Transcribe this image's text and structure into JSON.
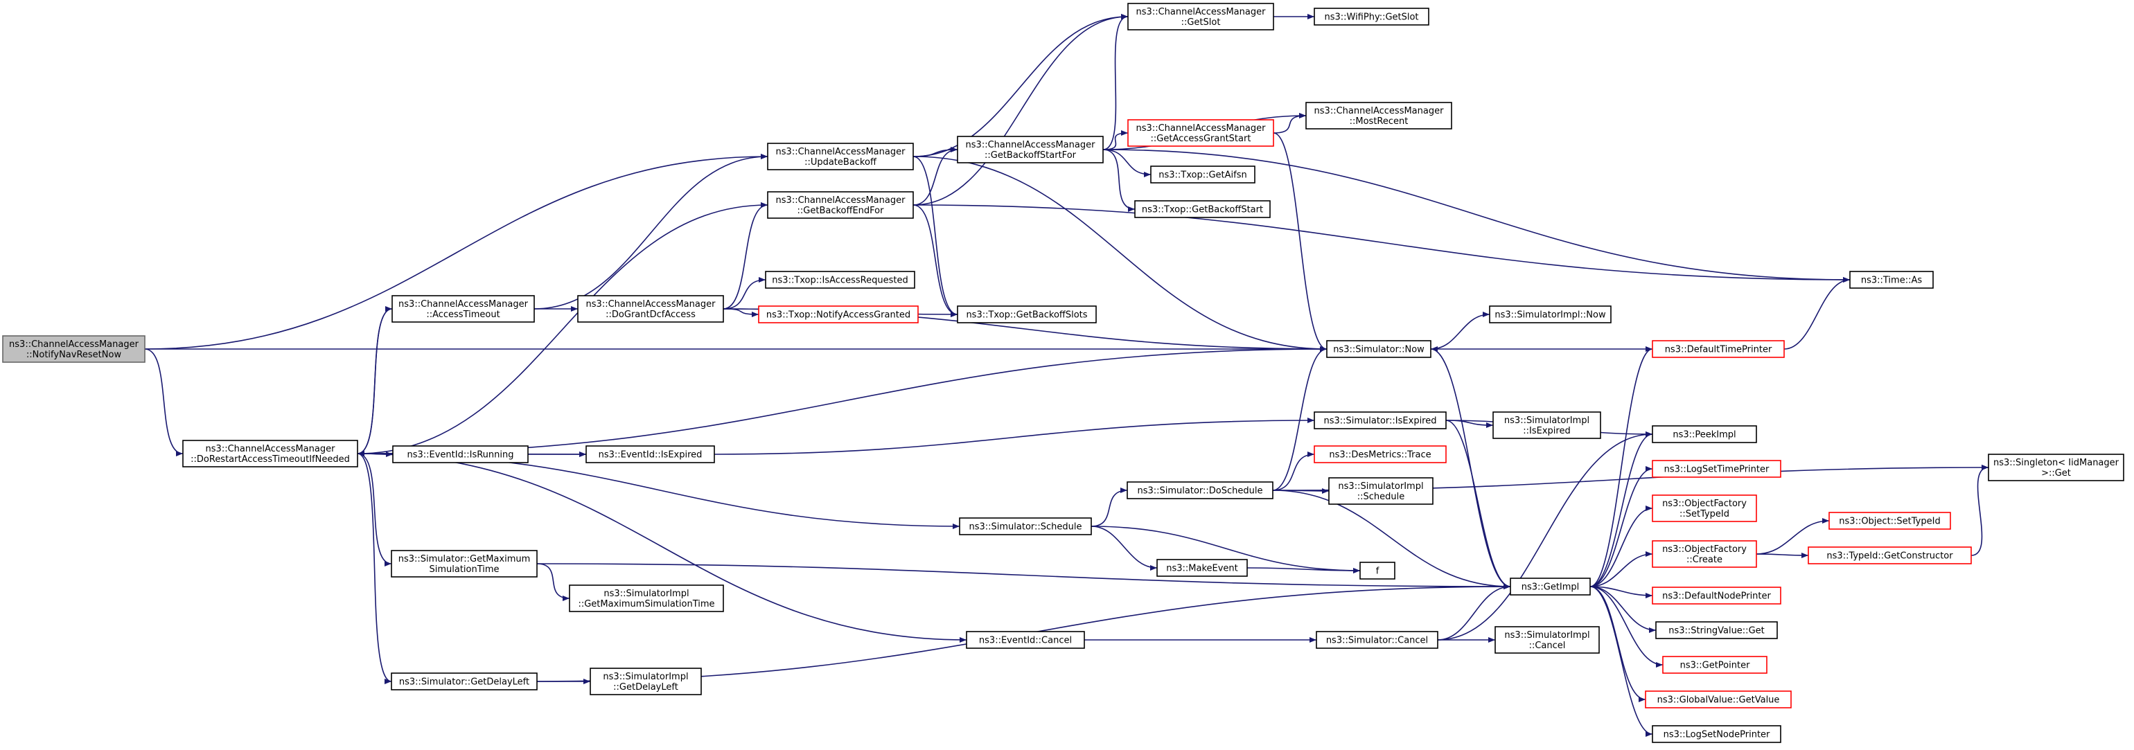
{
  "nodes": {
    "notify_nav_reset_now": {
      "lines": [
        "ns3::ChannelAccessManager",
        "::NotifyNavResetNow"
      ],
      "style": "root"
    },
    "update_backoff": {
      "lines": [
        "ns3::ChannelAccessManager",
        "::UpdateBackoff"
      ],
      "style": "normal"
    },
    "get_backoff_end_for": {
      "lines": [
        "ns3::ChannelAccessManager",
        "::GetBackoffEndFor"
      ],
      "style": "normal"
    },
    "access_timeout": {
      "lines": [
        "ns3::ChannelAccessManager",
        "::AccessTimeout"
      ],
      "style": "normal"
    },
    "do_grant_dcf_access": {
      "lines": [
        "ns3::ChannelAccessManager",
        "::DoGrantDcfAccess"
      ],
      "style": "normal"
    },
    "do_restart_access_timeout": {
      "lines": [
        "ns3::ChannelAccessManager",
        "::DoRestartAccessTimeoutIfNeeded"
      ],
      "style": "normal"
    },
    "get_slot": {
      "lines": [
        "ns3::ChannelAccessManager",
        "::GetSlot"
      ],
      "style": "normal"
    },
    "wifiphy_get_slot": {
      "lines": [
        "ns3::WifiPhy::GetSlot"
      ],
      "style": "normal"
    },
    "get_backoff_start_for": {
      "lines": [
        "ns3::ChannelAccessManager",
        "::GetBackoffStartFor"
      ],
      "style": "normal"
    },
    "get_access_grant_start": {
      "lines": [
        "ns3::ChannelAccessManager",
        "::GetAccessGrantStart"
      ],
      "style": "red"
    },
    "most_recent": {
      "lines": [
        "ns3::ChannelAccessManager",
        "::MostRecent"
      ],
      "style": "normal"
    },
    "txop_get_aifsn": {
      "lines": [
        "ns3::Txop::GetAifsn"
      ],
      "style": "normal"
    },
    "txop_get_backoff_start": {
      "lines": [
        "ns3::Txop::GetBackoffStart"
      ],
      "style": "normal"
    },
    "txop_is_access_requested": {
      "lines": [
        "ns3::Txop::IsAccessRequested"
      ],
      "style": "normal"
    },
    "txop_notify_access_granted": {
      "lines": [
        "ns3::Txop::NotifyAccessGranted"
      ],
      "style": "red"
    },
    "txop_get_backoff_slots": {
      "lines": [
        "ns3::Txop::GetBackoffSlots"
      ],
      "style": "normal"
    },
    "time_as": {
      "lines": [
        "ns3::Time::As"
      ],
      "style": "normal"
    },
    "simulator_now": {
      "lines": [
        "ns3::Simulator::Now"
      ],
      "style": "normal"
    },
    "simulator_impl_now": {
      "lines": [
        "ns3::SimulatorImpl::Now"
      ],
      "style": "normal"
    },
    "default_time_printer": {
      "lines": [
        "ns3::DefaultTimePrinter"
      ],
      "style": "red"
    },
    "eventid_is_running": {
      "lines": [
        "ns3::EventId::IsRunning"
      ],
      "style": "normal"
    },
    "eventid_is_expired": {
      "lines": [
        "ns3::EventId::IsExpired"
      ],
      "style": "normal"
    },
    "simulator_is_expired": {
      "lines": [
        "ns3::Simulator::IsExpired"
      ],
      "style": "normal"
    },
    "simulator_impl_is_expired": {
      "lines": [
        "ns3::SimulatorImpl",
        "::IsExpired"
      ],
      "style": "normal"
    },
    "peek_impl": {
      "lines": [
        "ns3::PeekImpl"
      ],
      "style": "normal"
    },
    "des_metrics_trace": {
      "lines": [
        "ns3::DesMetrics::Trace"
      ],
      "style": "red"
    },
    "simulator_do_schedule": {
      "lines": [
        "ns3::Simulator::DoSchedule"
      ],
      "style": "normal"
    },
    "simulator_impl_schedule": {
      "lines": [
        "ns3::SimulatorImpl",
        "::Schedule"
      ],
      "style": "normal"
    },
    "simulator_schedule": {
      "lines": [
        "ns3::Simulator::Schedule"
      ],
      "style": "normal"
    },
    "make_event": {
      "lines": [
        "ns3::MakeEvent"
      ],
      "style": "normal"
    },
    "f": {
      "lines": [
        "f"
      ],
      "style": "normal"
    },
    "singleton_get": {
      "lines": [
        "ns3::Singleton< IidManager",
        " >::Get"
      ],
      "style": "normal"
    },
    "log_set_time_printer": {
      "lines": [
        "ns3::LogSetTimePrinter"
      ],
      "style": "red"
    },
    "object_factory_set_typeid": {
      "lines": [
        "ns3::ObjectFactory",
        "::SetTypeId"
      ],
      "style": "red"
    },
    "object_factory_create": {
      "lines": [
        "ns3::ObjectFactory",
        "::Create"
      ],
      "style": "red"
    },
    "object_set_typeid": {
      "lines": [
        "ns3::Object::SetTypeId"
      ],
      "style": "red"
    },
    "typeid_get_constructor": {
      "lines": [
        "ns3::TypeId::GetConstructor"
      ],
      "style": "red"
    },
    "simulator_get_max_sim_time": {
      "lines": [
        "ns3::Simulator::GetMaximum",
        "SimulationTime"
      ],
      "style": "normal"
    },
    "simulator_impl_get_max_sim_time": {
      "lines": [
        "ns3::SimulatorImpl",
        "::GetMaximumSimulationTime"
      ],
      "style": "normal"
    },
    "get_impl": {
      "lines": [
        "ns3::GetImpl"
      ],
      "style": "normal"
    },
    "default_node_printer": {
      "lines": [
        "ns3::DefaultNodePrinter"
      ],
      "style": "red"
    },
    "string_value_get": {
      "lines": [
        "ns3::StringValue::Get"
      ],
      "style": "normal"
    },
    "get_pointer": {
      "lines": [
        "ns3::GetPointer"
      ],
      "style": "red"
    },
    "global_value_get_value": {
      "lines": [
        "ns3::GlobalValue::GetValue"
      ],
      "style": "red"
    },
    "log_set_node_printer": {
      "lines": [
        "ns3::LogSetNodePrinter"
      ],
      "style": "normal"
    },
    "eventid_cancel": {
      "lines": [
        "ns3::EventId::Cancel"
      ],
      "style": "normal"
    },
    "simulator_cancel": {
      "lines": [
        "ns3::Simulator::Cancel"
      ],
      "style": "normal"
    },
    "simulator_impl_cancel": {
      "lines": [
        "ns3::SimulatorImpl",
        "::Cancel"
      ],
      "style": "normal"
    },
    "simulator_get_delay_left": {
      "lines": [
        "ns3::Simulator::GetDelayLeft"
      ],
      "style": "normal"
    },
    "simulator_impl_get_delay_left": {
      "lines": [
        "ns3::SimulatorImpl",
        "::GetDelayLeft"
      ],
      "style": "normal"
    }
  },
  "edges": [
    [
      "notify_nav_reset_now",
      "update_backoff"
    ],
    [
      "notify_nav_reset_now",
      "simulator_now"
    ],
    [
      "notify_nav_reset_now",
      "do_restart_access_timeout"
    ],
    [
      "update_backoff",
      "get_slot"
    ],
    [
      "update_backoff",
      "get_backoff_start_for"
    ],
    [
      "update_backoff",
      "simulator_now"
    ],
    [
      "update_backoff",
      "txop_get_backoff_slots"
    ],
    [
      "get_backoff_end_for",
      "get_backoff_start_for"
    ],
    [
      "get_backoff_end_for",
      "get_slot"
    ],
    [
      "get_backoff_end_for",
      "txop_get_backoff_slots"
    ],
    [
      "get_backoff_end_for",
      "time_as"
    ],
    [
      "access_timeout",
      "update_backoff"
    ],
    [
      "access_timeout",
      "do_grant_dcf_access"
    ],
    [
      "access_timeout",
      "do_restart_access_timeout"
    ],
    [
      "do_grant_dcf_access",
      "get_backoff_end_for"
    ],
    [
      "do_grant_dcf_access",
      "txop_is_access_requested"
    ],
    [
      "do_grant_dcf_access",
      "txop_notify_access_granted"
    ],
    [
      "do_grant_dcf_access",
      "txop_get_backoff_slots"
    ],
    [
      "do_grant_dcf_access",
      "simulator_now"
    ],
    [
      "do_restart_access_timeout",
      "get_backoff_end_for"
    ],
    [
      "do_restart_access_timeout",
      "access_timeout"
    ],
    [
      "do_restart_access_timeout",
      "simulator_now"
    ],
    [
      "do_restart_access_timeout",
      "eventid_is_running"
    ],
    [
      "do_restart_access_timeout",
      "eventid_is_expired"
    ],
    [
      "do_restart_access_timeout",
      "simulator_schedule"
    ],
    [
      "do_restart_access_timeout",
      "simulator_get_max_sim_time"
    ],
    [
      "do_restart_access_timeout",
      "eventid_cancel"
    ],
    [
      "do_restart_access_timeout",
      "simulator_get_delay_left"
    ],
    [
      "get_slot",
      "wifiphy_get_slot"
    ],
    [
      "get_backoff_start_for",
      "get_slot"
    ],
    [
      "get_backoff_start_for",
      "get_access_grant_start"
    ],
    [
      "get_backoff_start_for",
      "most_recent"
    ],
    [
      "get_backoff_start_for",
      "txop_get_aifsn"
    ],
    [
      "get_backoff_start_for",
      "txop_get_backoff_start"
    ],
    [
      "get_backoff_start_for",
      "time_as"
    ],
    [
      "get_access_grant_start",
      "most_recent"
    ],
    [
      "get_access_grant_start",
      "simulator_now"
    ],
    [
      "simulator_now",
      "simulator_impl_now"
    ],
    [
      "simulator_now",
      "get_impl"
    ],
    [
      "default_time_printer",
      "simulator_now"
    ],
    [
      "default_time_printer",
      "time_as"
    ],
    [
      "eventid_is_running",
      "eventid_is_expired"
    ],
    [
      "eventid_is_expired",
      "simulator_is_expired"
    ],
    [
      "simulator_is_expired",
      "simulator_impl_is_expired"
    ],
    [
      "simulator_is_expired",
      "peek_impl"
    ],
    [
      "simulator_is_expired",
      "get_impl"
    ],
    [
      "simulator_schedule",
      "simulator_do_schedule"
    ],
    [
      "simulator_schedule",
      "make_event"
    ],
    [
      "simulator_schedule",
      "f"
    ],
    [
      "make_event",
      "f"
    ],
    [
      "simulator_do_schedule",
      "simulator_now"
    ],
    [
      "simulator_do_schedule",
      "des_metrics_trace"
    ],
    [
      "simulator_do_schedule",
      "simulator_impl_schedule"
    ],
    [
      "simulator_do_schedule",
      "get_impl"
    ],
    [
      "simulator_do_schedule",
      "singleton_get"
    ],
    [
      "simulator_get_max_sim_time",
      "simulator_impl_get_max_sim_time"
    ],
    [
      "simulator_get_max_sim_time",
      "get_impl"
    ],
    [
      "get_impl",
      "default_time_printer"
    ],
    [
      "get_impl",
      "peek_impl"
    ],
    [
      "get_impl",
      "log_set_time_printer"
    ],
    [
      "get_impl",
      "object_factory_set_typeid"
    ],
    [
      "get_impl",
      "object_factory_create"
    ],
    [
      "get_impl",
      "default_node_printer"
    ],
    [
      "get_impl",
      "string_value_get"
    ],
    [
      "get_impl",
      "get_pointer"
    ],
    [
      "get_impl",
      "global_value_get_value"
    ],
    [
      "get_impl",
      "log_set_node_printer"
    ],
    [
      "object_factory_create",
      "object_set_typeid"
    ],
    [
      "object_factory_create",
      "typeid_get_constructor"
    ],
    [
      "typeid_get_constructor",
      "singleton_get"
    ],
    [
      "eventid_cancel",
      "simulator_cancel"
    ],
    [
      "simulator_cancel",
      "simulator_impl_cancel"
    ],
    [
      "simulator_cancel",
      "peek_impl"
    ],
    [
      "simulator_cancel",
      "get_impl"
    ],
    [
      "simulator_get_delay_left",
      "simulator_impl_get_delay_left"
    ],
    [
      "simulator_get_delay_left",
      "get_impl"
    ]
  ]
}
